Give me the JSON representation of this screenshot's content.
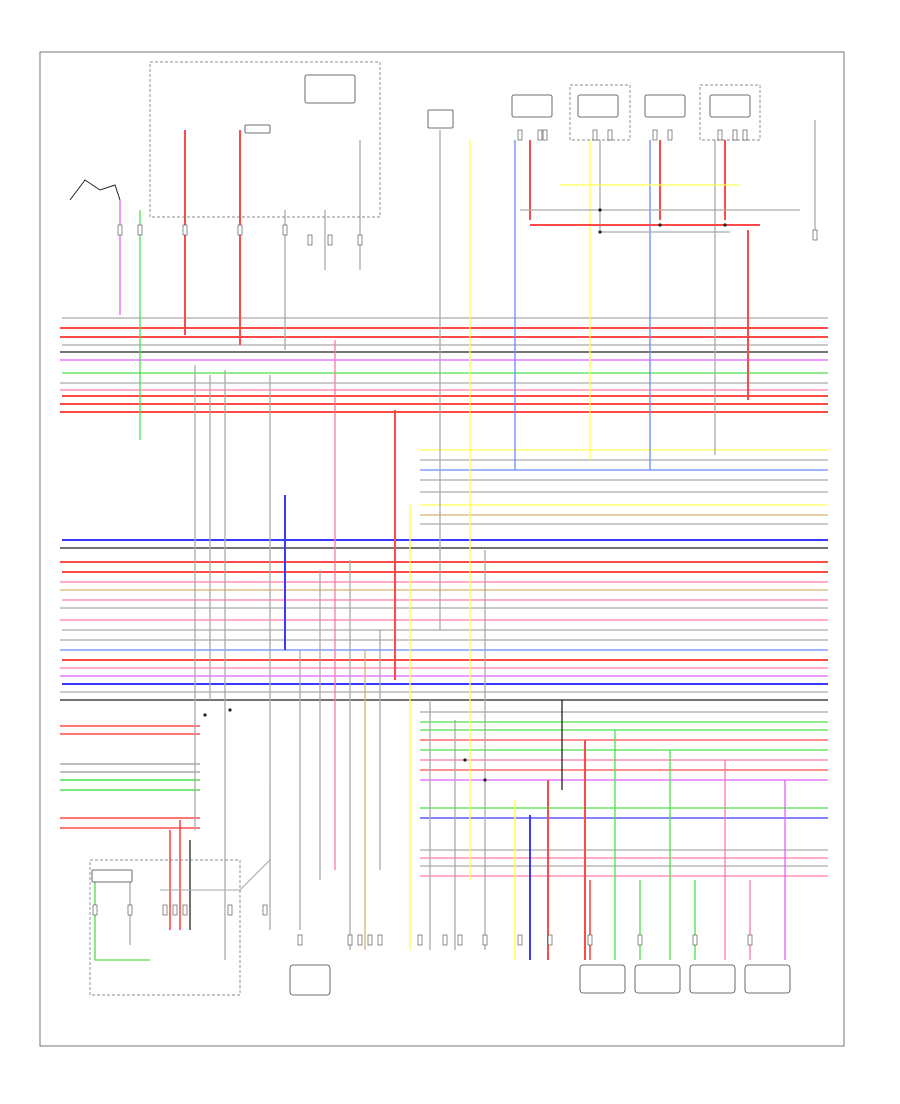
{
  "diagram": {
    "page_id": "",
    "colors": {
      "wire_red": "#ff4a4a",
      "wire_pink": "#ff7aa0",
      "wire_blue": "#3a3aff",
      "wire_lightblue": "#6a8aff",
      "wire_green": "#4ce04c",
      "wire_yellow": "#ffff50",
      "wire_violet": "#e060ff",
      "wire_gray": "#aaaaaa",
      "wire_black": "#222222",
      "wire_tan": "#d8b070",
      "border": "#555555"
    },
    "connectors_top": [
      {
        "id": "ignition-coil-1",
        "label": ""
      },
      {
        "id": "ignition-coil-2",
        "label": ""
      },
      {
        "id": "ignition-coil-3",
        "label": ""
      },
      {
        "id": "ignition-coil-4",
        "label": ""
      }
    ],
    "connectors_bottom": [
      {
        "id": "injector-1",
        "label": ""
      },
      {
        "id": "injector-2",
        "label": ""
      },
      {
        "id": "injector-3",
        "label": ""
      },
      {
        "id": "injector-4",
        "label": ""
      }
    ]
  }
}
